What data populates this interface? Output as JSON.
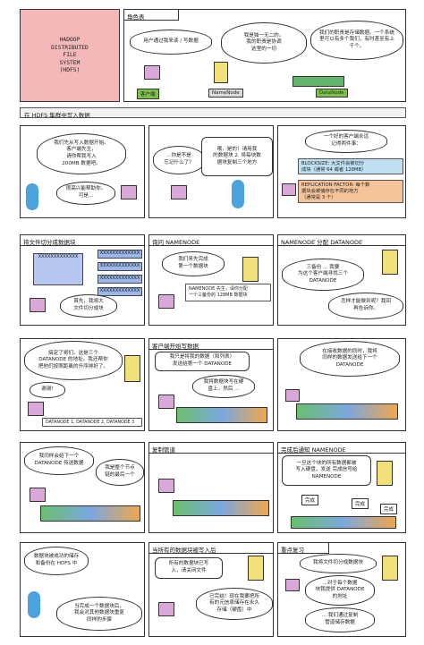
{
  "title_panel": {
    "lines": [
      "HADOOP",
      "DISTRIBUTED",
      "FILE",
      "SYSTEM",
      "(HDFS)"
    ]
  },
  "p1": {
    "title": "角色表",
    "b_client": "用户通过我来读 / 写数据",
    "b_namenode": "我是独一无二的。\n我的职责是协调\n这里的一切",
    "b_datanode": "我们的职责是存储数据。一个系统里可以有多个我们，有时甚至有上千个。",
    "lbl_client": "客户端",
    "lbl_namenode": "NameNode",
    "lbl_datanode": "DataNode"
  },
  "banner": "在 HDFS 集群中写入数据",
  "p2": {
    "b1": "我们先从写入数据开始。\n客户端先生，\n请你帮我写入\n200MB 数据吧。",
    "b2": "很高兴能帮助你。\n可是..."
  },
  "p3": {
    "b1": "...你是不是\n忘记什么了？",
    "b2": "哦，是的！请用我\n的数据块 2. 将每块数\n据块复制三个地方"
  },
  "p4": {
    "b1": "一个好的客户端永远\n记得两件事：",
    "n1": "BLOCKSIZE: 大文件会被切分\n成块（通常 64 或者 128MB）",
    "n2": "REPLICATION FACTOR: 每个数\n据块会被储存在不同的地方\n（通常是 3 个）"
  },
  "p5": {
    "title": "将文件切分成数据块",
    "blk": "XXXXXXXXXXXXX",
    "b1": "首先，我将大\n文件切分成块"
  },
  "p6": {
    "title": "询问 NAMENODE",
    "b1": "我们来先完成\n第一个数据块",
    "n1": "NAMENODE 先生，请你分配\n一个三备份的 128MB 数据块"
  },
  "p7": {
    "title": "NAMENODE 分配 DATANODE",
    "b1": "三备份 ... 我要\n为这个客户端寻找三个\nDATANODE",
    "b2": "怎样才能做到呢？我回\n再告诉你。"
  },
  "p8": {
    "b1": "搞定了哥们。这是三个\nDATANODE 的地址。我还帮你\n把他们按照距离的升序排好了。",
    "b2": "谢谢!",
    "list": "DATANODE 1, DATANODE 2, DATANODE 3"
  },
  "p9": {
    "title": "客户端开始写数据",
    "b1": "我只是将我的数据（和列表）\n发送给第一个 DATANODE",
    "b2": "我将数据块写在硬\n盘上，然后 ..."
  },
  "p10": {
    "b1": "在接收数据的同时，我将\n同样的数据发送给下一个\nDATANODE"
  },
  "p11": {
    "b1": "我同样会给下一个\nDATANODE 传送数据",
    "b2": "我是整个节点\n链的最后一个"
  },
  "p12": {
    "title": "复制管道"
  },
  "p13": {
    "title": "完成后通知 NAMENODE",
    "b1": "一旦这个块的所有数据都被\n写入硬盘，发送 完成信号给\nNAMENODE",
    "tag": "完成"
  },
  "p14": {
    "b1": "数据块被成功的储存\n和备份在 HDFS 中",
    "b2": "当完成一个数据块后，\n我会对其他数据块重复\n同样的步骤"
  },
  "p15": {
    "title": "当所有的数据块被写入后",
    "b1": "所有的数据块已写\n入，请关闭文件",
    "b2": "已完结！现在我要把所\n有的元信息储存在永久\n存储（硬盘）中"
  },
  "p16": {
    "title": "重点复习",
    "b1": "我将文件切分成数据块",
    "b2": "...对于每个数据\n块我提供 DATANODE\n的地址",
    "b3": "... 我们通过复制\n管道储存数据"
  }
}
